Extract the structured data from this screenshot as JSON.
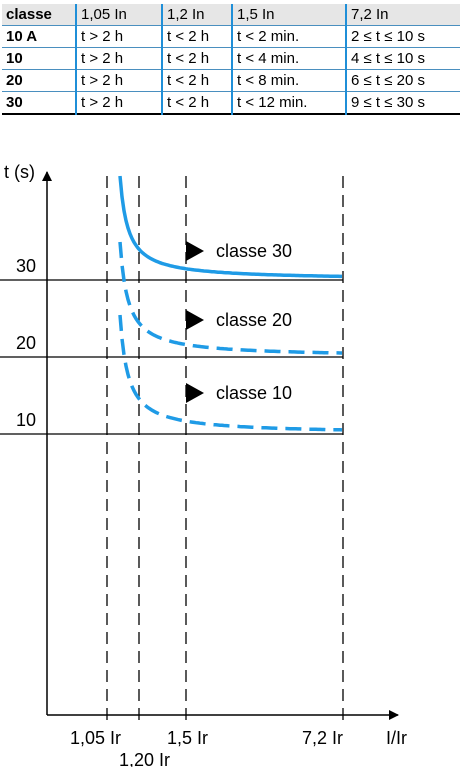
{
  "table": {
    "headers": [
      "classe",
      "1,05 In",
      "1,2 In",
      "1,5 In",
      "7,2 In"
    ],
    "rows": [
      {
        "classe": "10 A",
        "c1": "t  > 2 h",
        "c2": "t < 2 h",
        "c3": "t < 2 min.",
        "c4": "2 ≤ t ≤ 10 s"
      },
      {
        "classe": "10",
        "c1": "t > 2 h",
        "c2": "t < 2 h",
        "c3": "t < 4 min.",
        "c4": "4 ≤ t ≤ 10 s"
      },
      {
        "classe": "20",
        "c1": "t > 2 h",
        "c2": "t < 2 h",
        "c3": "t < 8 min.",
        "c4": "6 ≤ t ≤ 20 s"
      },
      {
        "classe": "30",
        "c1": "t > 2 h",
        "c2": "t < 2 h",
        "c3": "t < 12 min.",
        "c4": "9 ≤ t ≤ 30 s"
      }
    ]
  },
  "chart_data": {
    "type": "line",
    "ylabel": "t (s)",
    "xlabel": "I/Ir",
    "x_ticks": [
      "1,05 Ir",
      "1,20 Ir",
      "1,5 Ir",
      "7,2 Ir"
    ],
    "y_ticks": [
      "10",
      "20",
      "30"
    ],
    "series": [
      {
        "name": "classe 30",
        "style": "solid",
        "asymptote": 30
      },
      {
        "name": "classe 20",
        "style": "dashed",
        "asymptote": 20
      },
      {
        "name": "classe 10",
        "style": "dashed",
        "asymptote": 10
      }
    ],
    "colors": {
      "curve": "#1f9be6",
      "axis": "#000000",
      "marker": "#000000"
    },
    "grid": false
  }
}
